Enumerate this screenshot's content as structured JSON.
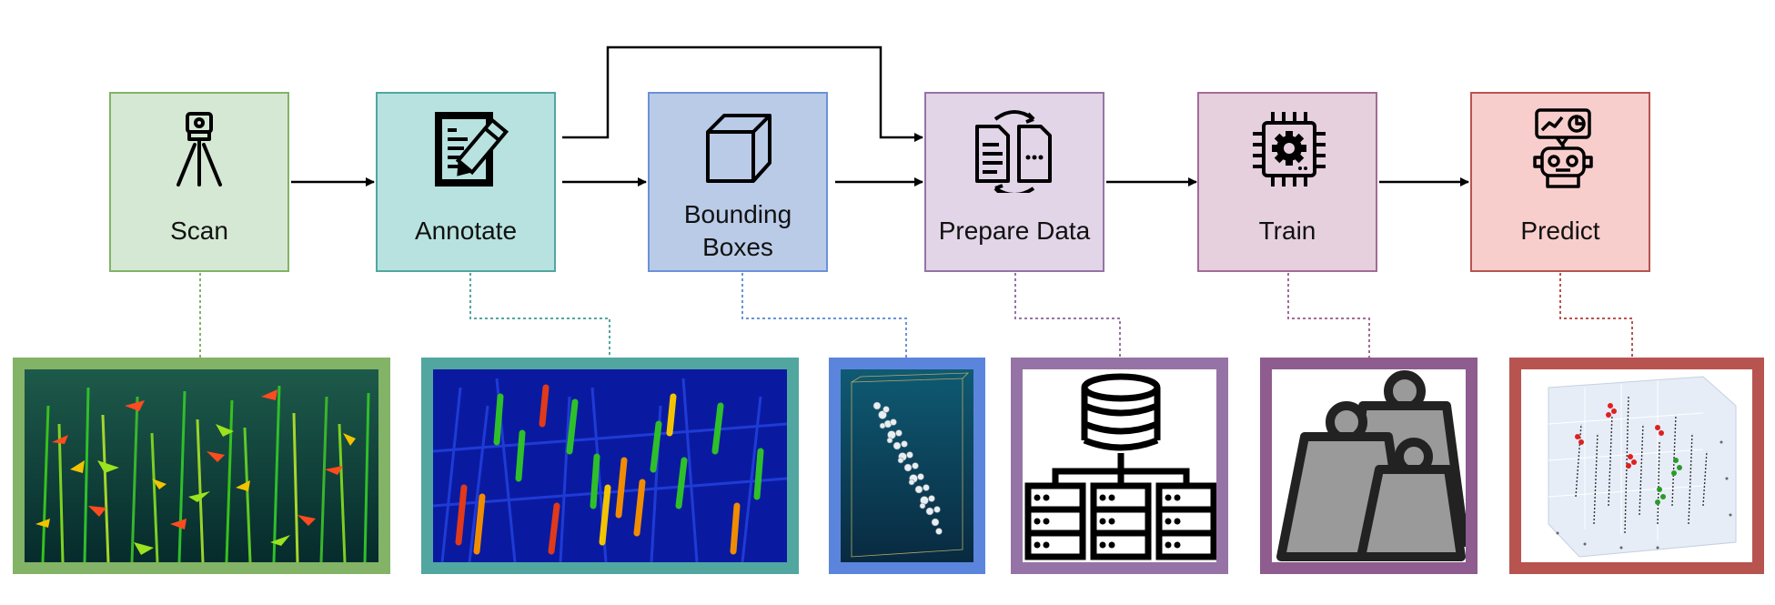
{
  "steps": [
    {
      "id": "scan",
      "label": "Scan",
      "icon": "surveying-tripod-icon",
      "fill": "#d5e8d4",
      "stroke": "#82b366",
      "frame": "#82b366"
    },
    {
      "id": "annotate",
      "label": "Annotate",
      "icon": "document-pencil-icon",
      "fill": "#b7e2df",
      "stroke": "#52a6a0",
      "frame": "#52a6a0"
    },
    {
      "id": "bounding-boxes",
      "label": "Bounding\nBoxes",
      "icon": "cube-icon",
      "fill": "#bacbe8",
      "stroke": "#6a93d8",
      "frame": "#5b85dd"
    },
    {
      "id": "prepare-data",
      "label": "Prepare Data",
      "icon": "file-conversion-icon",
      "fill": "#e1d5e7",
      "stroke": "#9673a6",
      "frame": "#9673a6"
    },
    {
      "id": "train",
      "label": "Train",
      "icon": "processor-chip-gear-icon",
      "fill": "#e6d0de",
      "stroke": "#a36b97",
      "frame": "#8e5c8e"
    },
    {
      "id": "predict",
      "label": "Predict",
      "icon": "robot-analytics-icon",
      "fill": "#f8cecc",
      "stroke": "#b85450",
      "frame": "#b85450"
    }
  ],
  "thumbnails": [
    {
      "id": "scan-pointcloud",
      "icon": "wheat-point-cloud-image"
    },
    {
      "id": "annotated-pointcloud",
      "icon": "annotated-point-cloud-image"
    },
    {
      "id": "single-box-pointcloud",
      "icon": "bounded-wheat-ear-image"
    },
    {
      "id": "database",
      "icon": "database-servers-icon"
    },
    {
      "id": "weights",
      "icon": "weights-icon"
    },
    {
      "id": "prediction-plot",
      "icon": "3d-prediction-plot-image"
    }
  ]
}
